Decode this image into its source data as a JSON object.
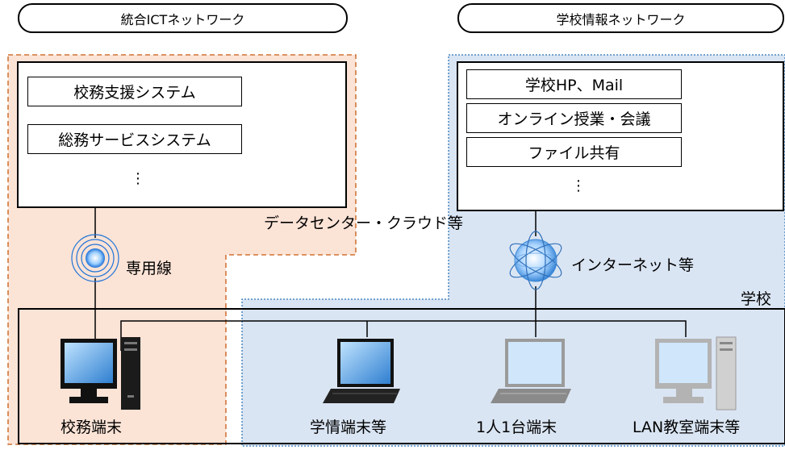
{
  "headers": {
    "left": "統合ICTネットワーク",
    "right": "学校情報ネットワーク"
  },
  "dc_left": {
    "services": [
      "校務支援システム",
      "総務サービスシステム"
    ],
    "ellipsis": "⋮"
  },
  "dc_right": {
    "services": [
      "学校HP、Mail",
      "オンライン授業・会議",
      "ファイル共有"
    ],
    "ellipsis": "⋮"
  },
  "labels": {
    "datacenter": "データセンター・クラウド等",
    "leased_line": "専用線",
    "internet": "インターネット等",
    "school": "学校"
  },
  "terminals": {
    "admin": "校務端末",
    "info": "学情端末等",
    "one_per_person": "1人1台端末",
    "lan_classroom": "LAN教室端末等"
  },
  "colors": {
    "orange_fill": "#fbe3d6",
    "orange_border": "#c55a11",
    "blue_fill": "#dae5f3",
    "blue_border": "#2e75b6"
  }
}
